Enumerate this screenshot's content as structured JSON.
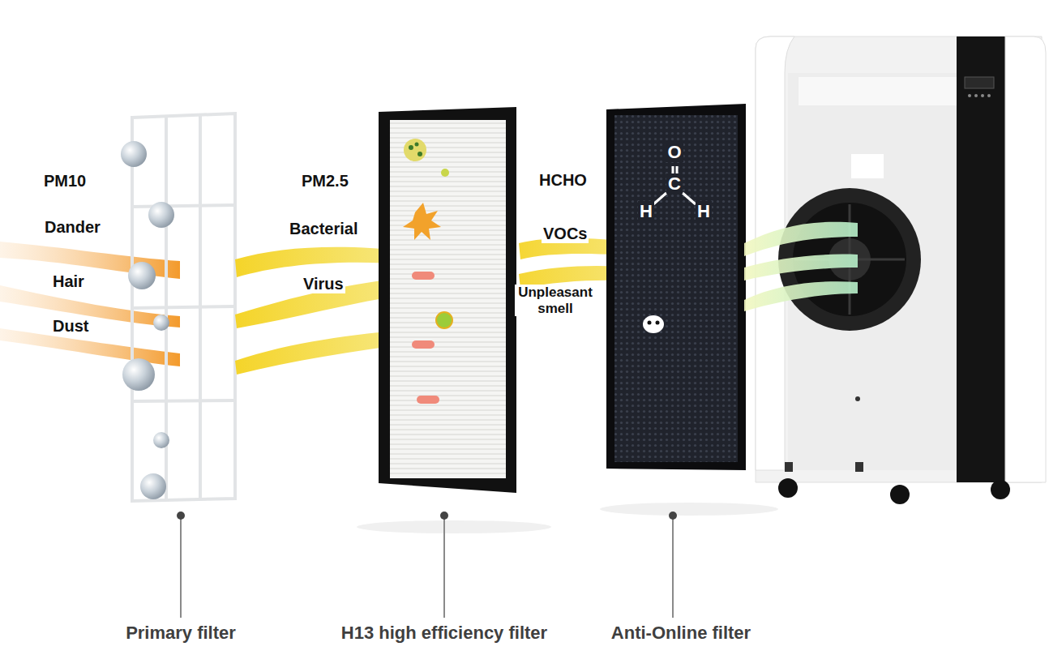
{
  "diagram": {
    "labels": [
      "PM10",
      "Dander",
      "Hair",
      "Dust",
      "PM2.5",
      "Bacterial",
      "Virus",
      "HCHO",
      "VOCs",
      "Unpleasant smell",
      "O",
      "C",
      "H",
      "H",
      "Primary filter",
      "H13 high efficiency filter",
      "Anti-Online filter"
    ]
  }
}
